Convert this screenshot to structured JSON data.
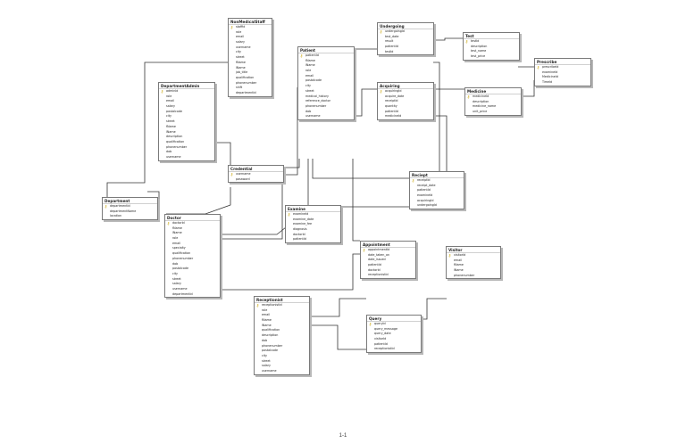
{
  "tables": [
    {
      "name": "NonMedicalStaff",
      "columns": [
        "staffid",
        "role",
        "email",
        "salary",
        "username",
        "city",
        "street",
        "fName",
        "lName",
        "job_title",
        "qualification",
        "phonenumber",
        "shift",
        "departmentId"
      ],
      "pk": [
        0
      ]
    },
    {
      "name": "DepartmentAdmin",
      "columns": [
        "adminId",
        "role",
        "email",
        "salary",
        "postalcode",
        "city",
        "street",
        "fName",
        "lName",
        "description",
        "qualification",
        "phonenumber",
        "dob",
        "username"
      ],
      "pk": [
        0
      ]
    },
    {
      "name": "Patient",
      "columns": [
        "patientId",
        "fName",
        "lName",
        "role",
        "email",
        "postalcode",
        "city",
        "street",
        "medical_history",
        "reference_doctor",
        "phonenumber",
        "dob",
        "username"
      ],
      "pk": [
        0
      ]
    },
    {
      "name": "Undergoing",
      "columns": [
        "undergoingId",
        "test_date",
        "result",
        "patientId",
        "testId"
      ],
      "pk": [
        0
      ]
    },
    {
      "name": "Test",
      "columns": [
        "testId",
        "description",
        "test_name",
        "test_price"
      ],
      "pk": [
        0
      ]
    },
    {
      "name": "Prescribe",
      "columns": [
        "prescribeId",
        "examineId",
        "MedicineId",
        "TimeId"
      ],
      "pk": [
        0
      ]
    },
    {
      "name": "Acquiring",
      "columns": [
        "acquiringId",
        "acquire_date",
        "receiptId",
        "quantity",
        "patientId",
        "medicineId"
      ],
      "pk": [
        0
      ]
    },
    {
      "name": "Medicine",
      "columns": [
        "medicineId",
        "description",
        "medicine_name",
        "unit_price"
      ],
      "pk": [
        0
      ]
    },
    {
      "name": "Credential",
      "columns": [
        "username",
        "password"
      ],
      "pk": [
        0
      ]
    },
    {
      "name": "Reciept",
      "columns": [
        "receiptId",
        "receipt_date",
        "patientId",
        "examineId",
        "acquiringId",
        "undergoingId"
      ],
      "pk": [
        0
      ]
    },
    {
      "name": "Department",
      "columns": [
        "departmentId",
        "departmentName",
        "location"
      ],
      "pk": [
        0
      ]
    },
    {
      "name": "Examine",
      "columns": [
        "examineId",
        "examine_date",
        "examine_fee",
        "diagnosis",
        "doctorId",
        "patientId"
      ],
      "pk": [
        0
      ]
    },
    {
      "name": "Doctor",
      "columns": [
        "doctorId",
        "fName",
        "lName",
        "role",
        "email",
        "specialty",
        "qualification",
        "phonenumber",
        "dob",
        "postalcode",
        "city",
        "street",
        "salary",
        "username",
        "departmentId"
      ],
      "pk": [
        0
      ]
    },
    {
      "name": "Appointment",
      "columns": [
        "appointmentId",
        "date_taken_on",
        "date_issued",
        "patientId",
        "doctorId",
        "receptionistId"
      ],
      "pk": [
        0
      ]
    },
    {
      "name": "Visitor",
      "columns": [
        "visitorId",
        "email",
        "fName",
        "lName",
        "phonenumber"
      ],
      "pk": [
        0
      ]
    },
    {
      "name": "Receptionist",
      "columns": [
        "receptionistId",
        "role",
        "email",
        "fName",
        "lName",
        "qualification",
        "description",
        "dob",
        "phonenumber",
        "postalcode",
        "city",
        "street",
        "salary",
        "username"
      ],
      "pk": [
        0
      ]
    },
    {
      "name": "Query",
      "columns": [
        "queryId",
        "query_message",
        "query_date",
        "visitorId",
        "patientId",
        "receptionistId"
      ],
      "pk": [
        0
      ]
    }
  ],
  "page_number": "1-1",
  "colors": {
    "border": "#7a7a7a",
    "line": "#333333",
    "key": "#c9a300"
  }
}
